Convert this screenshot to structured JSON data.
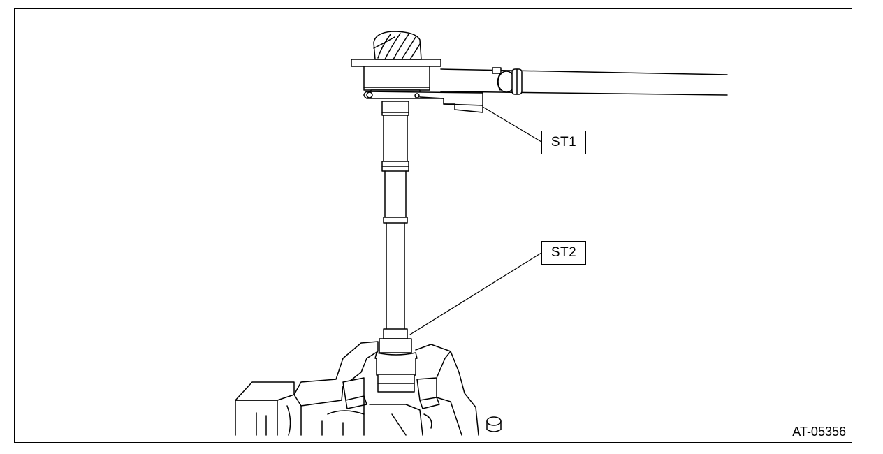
{
  "figure": {
    "callouts": [
      {
        "id": "st1",
        "label": "ST1"
      },
      {
        "id": "st2",
        "label": "ST2"
      }
    ],
    "figure_id": "AT-05356"
  },
  "colors": {
    "stroke": "#000000",
    "fill": "#ffffff"
  }
}
